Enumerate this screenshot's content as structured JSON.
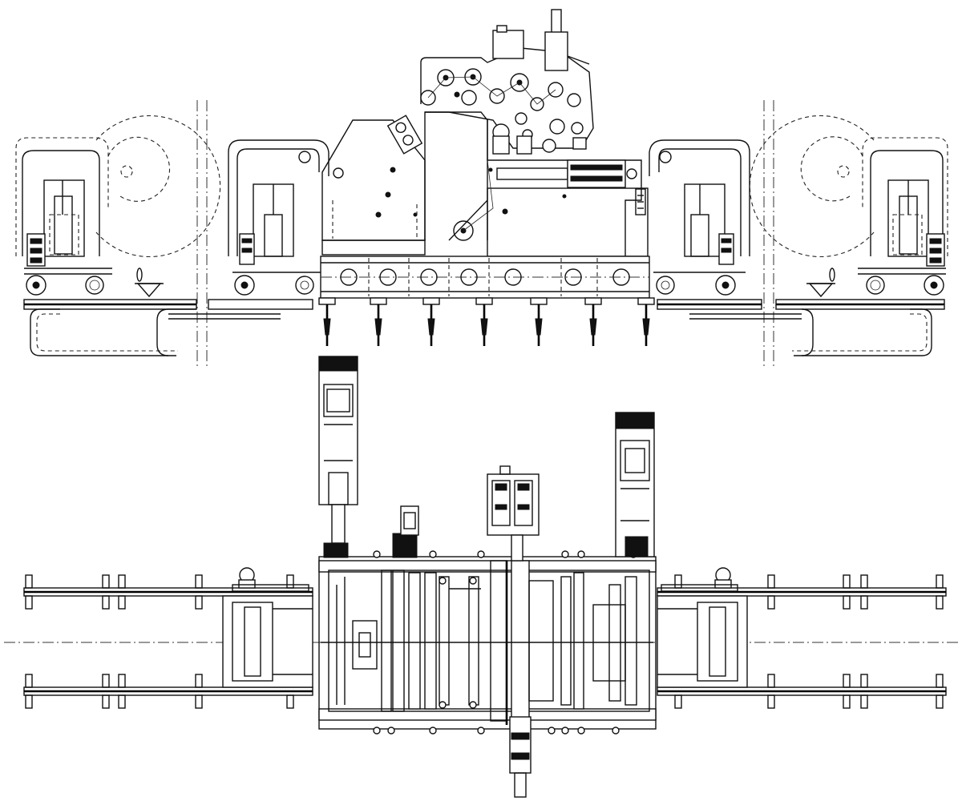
{
  "drawing": {
    "views": [
      "side-elevation",
      "plan-view"
    ],
    "colors": {
      "line": "#111111",
      "background": "#ffffff"
    },
    "side_view": {
      "feed_roller_count": 7,
      "support_leg_count": 7,
      "level_marker_count": 2
    },
    "plan_view": {
      "guide_rail_count": 4,
      "top_motor_count": 3
    }
  }
}
